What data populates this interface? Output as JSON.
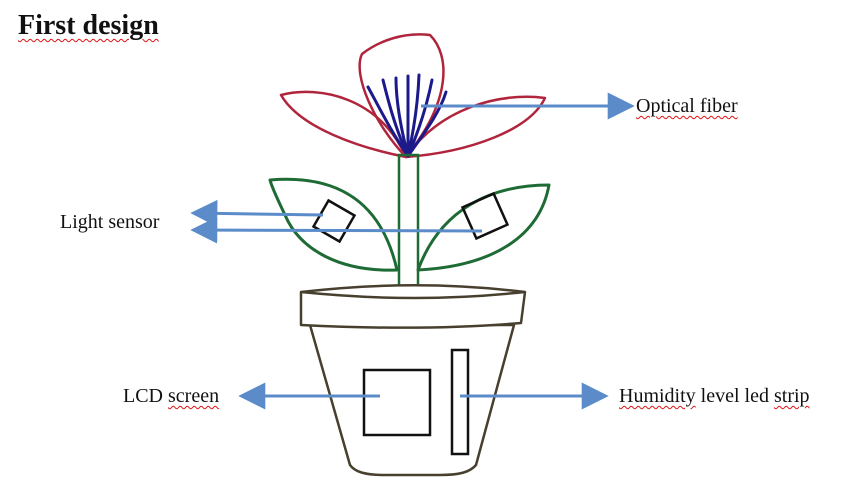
{
  "title": "First design",
  "labels": {
    "optical_fiber": "Optical fiber",
    "light_sensor": "Light sensor",
    "lcd_screen_word": "LCD",
    "lcd_screen_rest": "screen",
    "humidity_word1": "Humidity",
    "humidity_rest": "level led",
    "humidity_last": "strip"
  },
  "colors": {
    "petal": "#b0253c",
    "fiber": "#1c1a8a",
    "leaf": "#1e6b35",
    "pot": "#48402f",
    "arrow": "#5b8cc9",
    "text": "#111111"
  }
}
